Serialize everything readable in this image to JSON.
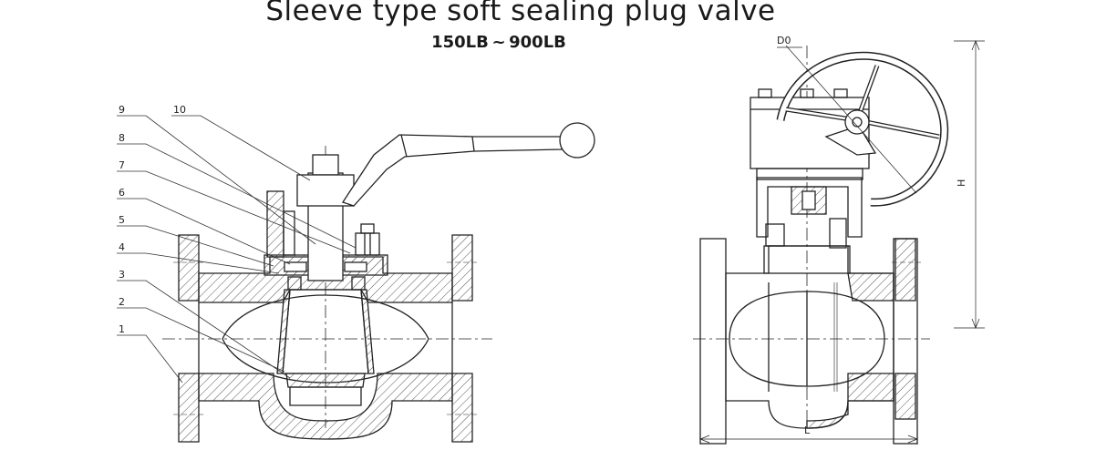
{
  "title": "Sleeve type soft sealing plug valve",
  "subtitle": "150LB ~ 900LB",
  "part_numbers": [
    "9",
    "10",
    "8",
    "7",
    "6",
    "5",
    "4",
    "3",
    "2",
    "1"
  ],
  "dimension_labels": {
    "handwheel_diameter": "D0",
    "height": "H",
    "length": "L"
  },
  "colors": {
    "line": "#222222",
    "hatch": "#555555",
    "background": "#ffffff"
  }
}
